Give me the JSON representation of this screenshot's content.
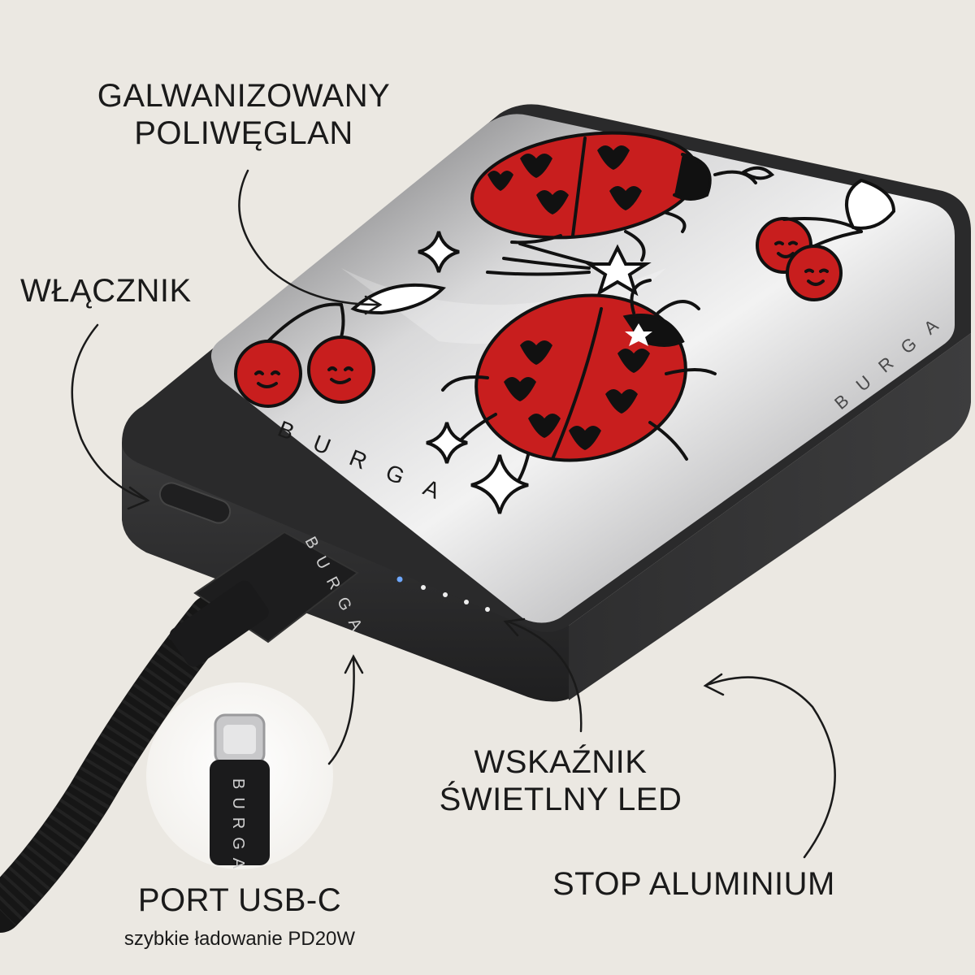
{
  "callouts": {
    "polycarbonate": {
      "line1": "GALWANIZOWANY",
      "line2": "POLIWĘGLAN"
    },
    "power_button": "WŁĄCZNIK",
    "led": {
      "line1": "WSKAŹNIK",
      "line2": "ŚWIETLNY LED"
    },
    "aluminium": "STOP ALUMINIUM",
    "usb": {
      "title": "PORT USB-C",
      "subtitle": "szybkie ładowanie PD20W"
    }
  },
  "branding": {
    "top_logo": "BURGA",
    "side_logo": "BURGA",
    "cable_logo": "BURGA",
    "inset_logo": "BURGA"
  },
  "colors": {
    "background": "#ebe8e2",
    "device_body": "#2b2b2c",
    "ladybug_red": "#c81e1e",
    "led_blue": "#6fa8ff"
  }
}
